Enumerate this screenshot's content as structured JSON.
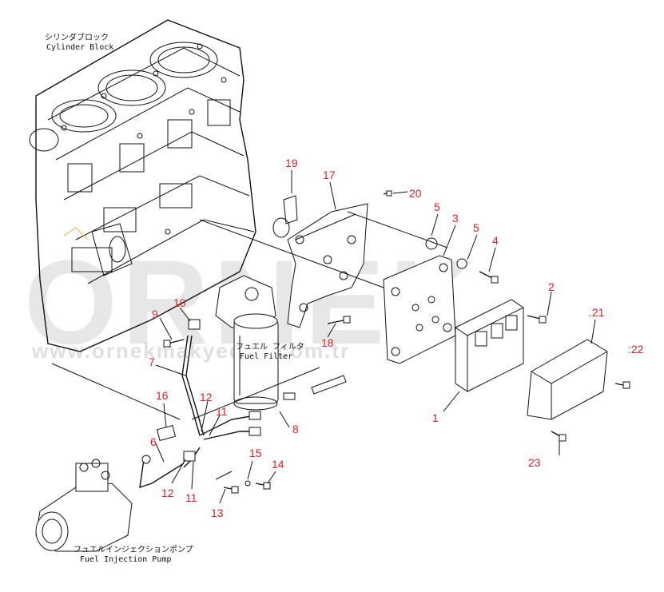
{
  "captions": {
    "cylinder_block_jp": "シリンダブロック",
    "cylinder_block_en": "Cylinder Block",
    "fuel_filter_jp": "フュエル フィルタ",
    "fuel_filter_en": "Fuel Filter",
    "injection_pump_jp": "フュエルインジェクションポンプ",
    "injection_pump_en": "Fuel Injection Pump"
  },
  "watermark": {
    "brand": "ORNEK",
    "url": "www.ornekmakyedek.com.tr"
  },
  "callouts": {
    "c1": "1",
    "c2": "2",
    "c3": "3",
    "c4": "4",
    "c5a": "5",
    "c5b": "5",
    "c6": "6",
    "c7": "7",
    "c8": "8",
    "c9": "9",
    "c10": "10",
    "c11a": "11",
    "c11b": "11",
    "c12a": "12",
    "c12b": "12",
    "c13": "13",
    "c14": "14",
    "c15": "15",
    "c16": "16",
    "c17": "17",
    "c18": "18",
    "c19": "19",
    "c20": "20",
    "c21": ".21",
    "c22": ":22",
    "c23": "23"
  },
  "colors": {
    "callout": "#d2232a",
    "line": "#111111",
    "watermark": "#000000"
  }
}
